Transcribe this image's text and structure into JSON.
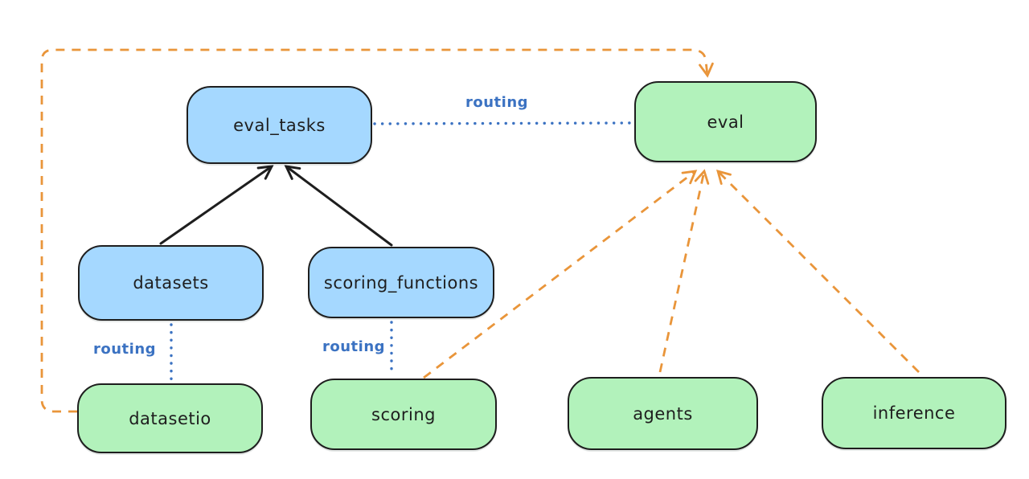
{
  "diagram": {
    "nodes": [
      {
        "id": "eval_tasks",
        "label": "eval_tasks",
        "fill": "#a5d8ff"
      },
      {
        "id": "eval",
        "label": "eval",
        "fill": "#b2f2bb"
      },
      {
        "id": "datasets",
        "label": "datasets",
        "fill": "#a5d8ff"
      },
      {
        "id": "scoring_functions",
        "label": "scoring_functions",
        "fill": "#a5d8ff"
      },
      {
        "id": "datasetio",
        "label": "datasetio",
        "fill": "#b2f2bb"
      },
      {
        "id": "scoring",
        "label": "scoring",
        "fill": "#b2f2bb"
      },
      {
        "id": "agents",
        "label": "agents",
        "fill": "#b2f2bb"
      },
      {
        "id": "inference",
        "label": "inference",
        "fill": "#b2f2bb"
      }
    ],
    "edges": [
      {
        "from": "eval_tasks",
        "to": "eval",
        "style": "blue-dotted",
        "label": "routing"
      },
      {
        "from": "datasets",
        "to": "datasetio",
        "style": "blue-dotted",
        "label": "routing"
      },
      {
        "from": "scoring_functions",
        "to": "scoring",
        "style": "blue-dotted",
        "label": "routing"
      },
      {
        "from": "datasets",
        "to": "eval_tasks",
        "style": "black-solid-arrow"
      },
      {
        "from": "scoring_functions",
        "to": "eval_tasks",
        "style": "black-solid-arrow"
      },
      {
        "from": "datasetio",
        "to": "eval",
        "style": "orange-dashed-arrow"
      },
      {
        "from": "scoring",
        "to": "eval",
        "style": "orange-dashed-arrow"
      },
      {
        "from": "agents",
        "to": "eval",
        "style": "orange-dashed-arrow"
      },
      {
        "from": "inference",
        "to": "eval",
        "style": "orange-dashed-arrow"
      }
    ],
    "colors": {
      "node_blue_fill": "#a5d8ff",
      "node_green_fill": "#b2f2bb",
      "node_stroke": "#1e1e1e",
      "routing_blue": "#3b72c2",
      "arrow_orange": "#e9953a",
      "background": "#ffffff"
    }
  }
}
